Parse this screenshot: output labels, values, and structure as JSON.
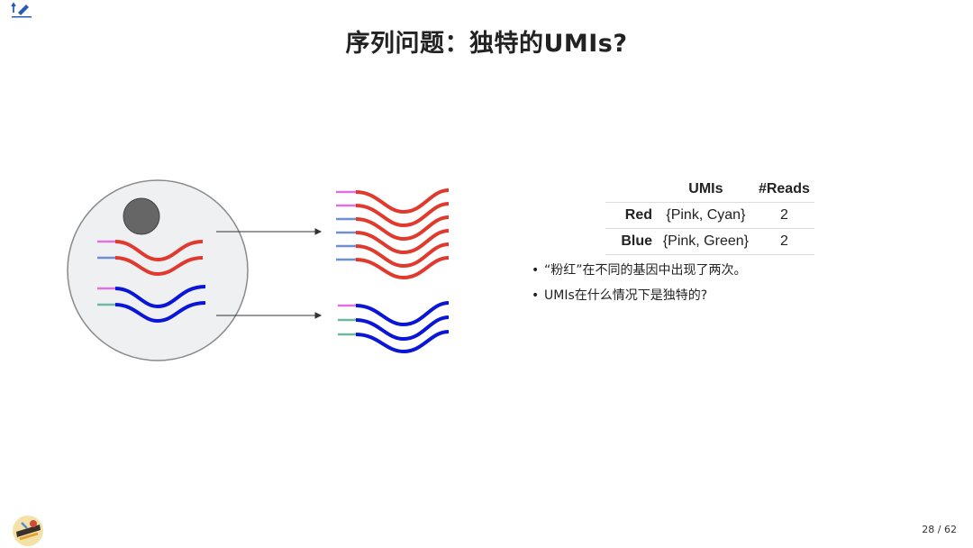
{
  "slide": {
    "title": "序列问题：独特的UMIs?",
    "page_number": "28 / 62"
  },
  "table": {
    "headers": [
      "",
      "UMIs",
      "#Reads"
    ],
    "rows": [
      {
        "label": "Red",
        "umis": "{Pink, Cyan}",
        "reads": "2"
      },
      {
        "label": "Blue",
        "umis": "{Pink, Green}",
        "reads": "2"
      }
    ]
  },
  "bullets": [
    "“粉红”在不同的基因中出现了两次。",
    "UMIs在什么情况下是独特的?"
  ],
  "colors": {
    "red_gene": "#e03a2e",
    "blue_gene": "#0a16d6",
    "umi_pink": "#e070e0",
    "umi_cyan": "#6f8fd0",
    "umi_green": "#6fb7a0",
    "cell_fill": "#eef0f2",
    "nucleus": "#666666"
  },
  "icons": {
    "top_logo": "pencil-arrow-logo-icon",
    "bottom_logo": "conference-badge-logo-icon"
  }
}
